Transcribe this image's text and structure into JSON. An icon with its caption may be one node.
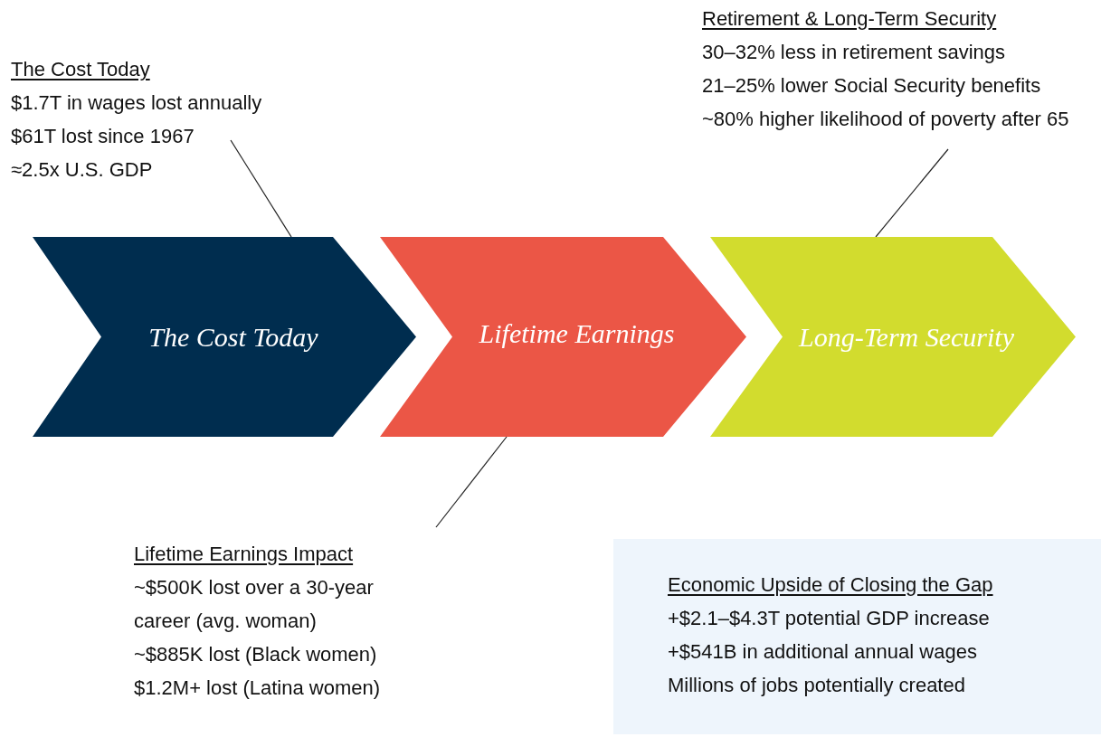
{
  "diagram": {
    "nodes": [
      {
        "text": [
          "The Cost Today",
          "$1.7T in wages lost annually",
          "$61T lost since 1967",
          "≈2.5x U.S. GDP"
        ]
      },
      {
        "text": [
          "The Cost Today"
        ]
      },
      {
        "text": [
          "Lifetime Earnings"
        ]
      },
      {
        "text": [
          "Long-Term Security"
        ]
      },
      {
        "text": [
          "Retirement & Long-Term Security",
          "30–32% less in retirement savings",
          "21–25% lower Social Security benefits",
          "~80% higher likelihood of poverty after 65"
        ]
      },
      {
        "text": [
          "Lifetime Earnings Impact",
          "~$500K lost over a 30-year career (avg. woman)",
          "~$885K lost (Black women)",
          "$1.2M+ lost (Latina women)"
        ]
      },
      {
        "text": [
          "Economic Upside of Closing the Gap",
          "+$2.1–$4.3T potential GDP increase",
          "+$541B in additional annual wages",
          "Millions of jobs potentially created"
        ]
      }
    ],
    "edges": [
      {
        "from": 0,
        "to": 1,
        "arrow": "none"
      },
      {
        "from": 4,
        "to": 3,
        "arrow": "none"
      },
      {
        "from": 5,
        "to": 2,
        "arrow": "none"
      }
    ]
  }
}
